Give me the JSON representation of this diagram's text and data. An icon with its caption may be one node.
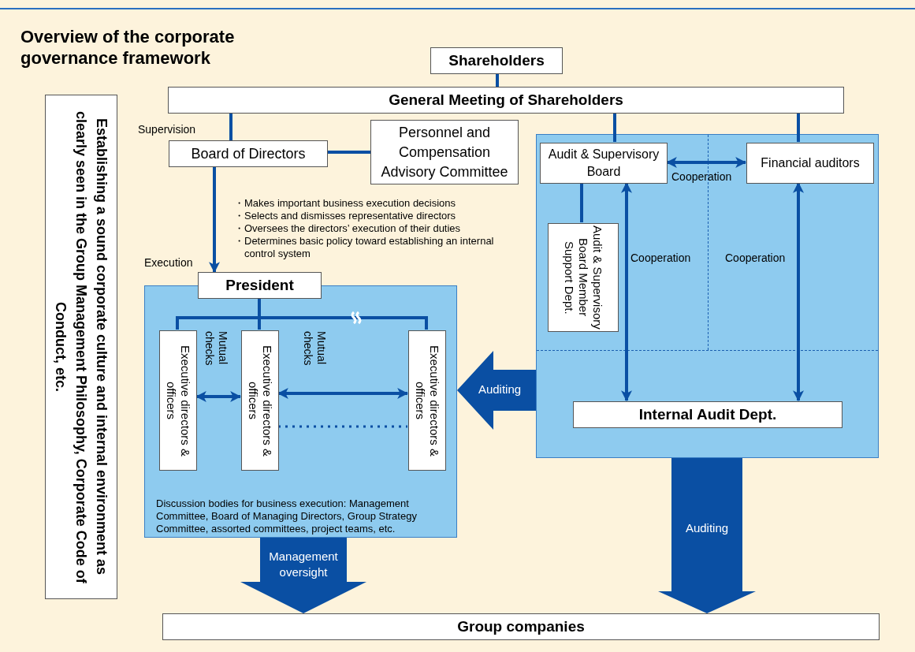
{
  "diagram": {
    "title": "Overview of the corporate governance framework",
    "nodes": [
      {
        "text": [
          "Shareholders"
        ]
      },
      {
        "text": [
          "General Meeting of Shareholders"
        ]
      },
      {
        "text": [
          "Board of Directors"
        ]
      },
      {
        "text": [
          "Personnel and Compensation Advisory Committee"
        ]
      },
      {
        "text": [],
        "shape": "box"
      },
      {
        "text": [
          "Audit & Supervisory Board"
        ],
        "in": 4
      },
      {
        "text": [
          "Financial auditors"
        ],
        "in": 4
      },
      {
        "text": [
          "Audit & Supervisory Board Member Support Dept."
        ],
        "in": 4
      },
      {
        "text": [
          "Internal Audit Dept."
        ],
        "in": 4
      },
      {
        "text": [
          "Discussion bodies for business execution: Management Committee, Board of Managing Directors, Group Strategy Committee, assorted committees, project teams, etc."
        ]
      },
      {
        "text": [
          "President"
        ]
      },
      {
        "text": [
          "Executive directors & officers"
        ],
        "in": 9
      },
      {
        "text": [
          "Executive directors & officers"
        ],
        "in": 9
      },
      {
        "text": [
          "Executive directors & officers"
        ],
        "in": 9
      },
      {
        "text": [
          "Group companies"
        ]
      },
      {
        "text": [
          "Establishing a sound corporate culture and internal environment as clearly seen in the Group Management Philosophy, Corporate Code of Conduct, etc."
        ]
      }
    ],
    "edges": [
      {
        "from": 0,
        "to": 1,
        "arrow": "none"
      },
      {
        "from": 1,
        "to": 2,
        "arrow": "none",
        "label": "Supervision"
      },
      {
        "from": 2,
        "to": 3,
        "arrow": "none"
      },
      {
        "from": 1,
        "to": 5,
        "arrow": "none"
      },
      {
        "from": 1,
        "to": 6,
        "arrow": "none"
      },
      {
        "from": 2,
        "to": 10,
        "arrow": "to",
        "label": "Execution"
      },
      {
        "from": 10,
        "to": 11,
        "arrow": "none"
      },
      {
        "from": 10,
        "to": 12,
        "arrow": "none"
      },
      {
        "from": 10,
        "to": 13,
        "arrow": "none"
      },
      {
        "from": 11,
        "to": 12,
        "arrow": "both",
        "label": "Mutual checks"
      },
      {
        "from": 12,
        "to": 13,
        "arrow": "both",
        "label": "Mutual checks"
      },
      {
        "from": 12,
        "to": 13,
        "arrow": "none",
        "style": "dashed"
      },
      {
        "from": 5,
        "to": 6,
        "arrow": "both",
        "label": "Cooperation"
      },
      {
        "from": 5,
        "to": 8,
        "arrow": "both",
        "label": "Cooperation"
      },
      {
        "from": 6,
        "to": 8,
        "arrow": "both",
        "label": "Cooperation"
      },
      {
        "from": 5,
        "to": 7,
        "arrow": "none"
      },
      {
        "from": 4,
        "to": 9,
        "arrow": "to",
        "style": "thick",
        "label": "Auditing"
      },
      {
        "from": 9,
        "to": 14,
        "arrow": "to",
        "style": "thick",
        "label": "Management oversight"
      },
      {
        "from": 4,
        "to": 14,
        "arrow": "to",
        "style": "thick",
        "label": "Auditing"
      }
    ],
    "labels": [
      "・Makes important business execution decisions",
      "・Selects and dismisses representative directors",
      "・Oversees the directors’ execution of their duties",
      "・Determines basic policy toward establishing an internal control system"
    ]
  }
}
